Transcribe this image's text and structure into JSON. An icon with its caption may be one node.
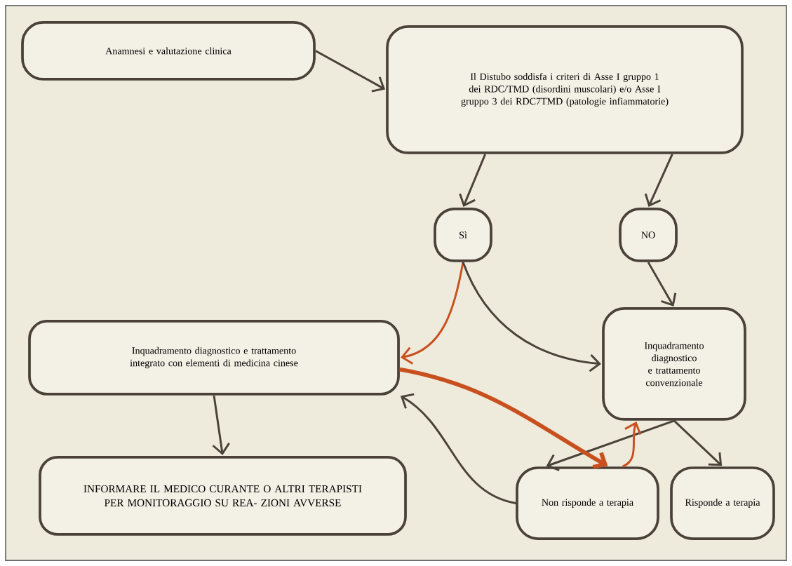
{
  "diagram": {
    "nodes": [
      {
        "text": [
          "Anamnesi e valutazione clinica"
        ]
      },
      {
        "text": [
          "Il Distubo soddisfa i criteri di Asse I gruppo 1 dei RDC/TMD (disordini muscolari) e/o Asse I gruppo 3 dei RDC7TMD (patologie infiammatorie)"
        ]
      },
      {
        "text": [
          "Sì"
        ]
      },
      {
        "text": [
          "NO"
        ]
      },
      {
        "text": [
          "Inquadramento diagnostico e trattamento integrato con elementi di medicina cinese"
        ]
      },
      {
        "text": [
          "Inquadramento diagnostico e trattamento convenzionale"
        ]
      },
      {
        "text": [
          "INFORMARE IL MEDICO CURANTE O ALTRI TERAPISTI PER MONITORAGGIO SU REA- ZIONI AVVERSE"
        ]
      },
      {
        "text": [
          "Non risponde a terapia"
        ]
      },
      {
        "text": [
          "Risponde a terapia"
        ]
      }
    ],
    "edges": [
      {
        "from": 0,
        "to": 1,
        "arrow": "to"
      },
      {
        "from": 1,
        "to": 2,
        "arrow": "to"
      },
      {
        "from": 1,
        "to": 3,
        "arrow": "to"
      },
      {
        "from": 2,
        "to": 4,
        "arrow": "to",
        "color": "#c8501e"
      },
      {
        "from": 2,
        "to": 5,
        "arrow": "to"
      },
      {
        "from": 3,
        "to": 5,
        "arrow": "to"
      },
      {
        "from": 4,
        "to": 6,
        "arrow": "to"
      },
      {
        "from": 5,
        "to": 7,
        "arrow": "to"
      },
      {
        "from": 5,
        "to": 8,
        "arrow": "to"
      },
      {
        "from": 7,
        "to": 4,
        "arrow": "to"
      },
      {
        "from": 4,
        "to": 7,
        "arrow": "to",
        "style": "thick",
        "color": "#c8501e"
      },
      {
        "from": 7,
        "to": 5,
        "arrow": "to",
        "color": "#c8501e"
      }
    ]
  }
}
